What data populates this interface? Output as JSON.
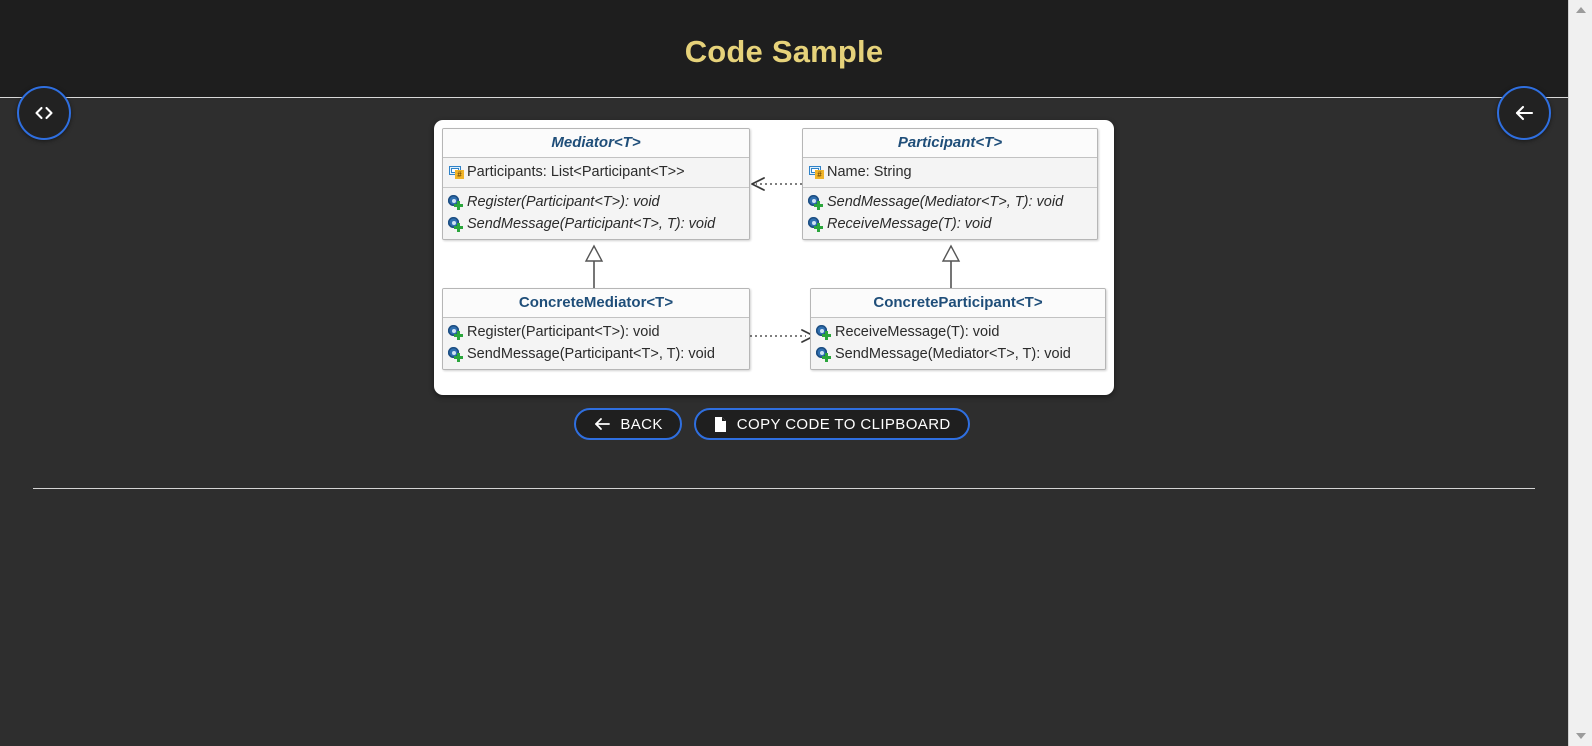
{
  "header": {
    "title": "Code Sample",
    "code_toggle_icon": "code-brackets-icon",
    "back_arrow_icon": "arrow-left-icon"
  },
  "diagram": {
    "type": "uml-class-diagram",
    "pattern": "Mediator",
    "classes": [
      {
        "id": "mediator",
        "name": "Mediator<T>",
        "abstract": true,
        "fields": [
          {
            "icon": "field-icon",
            "text": "Participants: List<Participant<T>>",
            "italic": false
          }
        ],
        "methods": [
          {
            "icon": "method-icon",
            "text": "Register(Participant<T>): void",
            "italic": true
          },
          {
            "icon": "method-icon",
            "text": "SendMessage(Participant<T>, T): void",
            "italic": true
          }
        ]
      },
      {
        "id": "participant",
        "name": "Participant<T>",
        "abstract": true,
        "fields": [
          {
            "icon": "field-icon",
            "text": "Name: String",
            "italic": false
          }
        ],
        "methods": [
          {
            "icon": "method-icon",
            "text": "SendMessage(Mediator<T>, T): void",
            "italic": true
          },
          {
            "icon": "method-icon",
            "text": "ReceiveMessage(T): void",
            "italic": true
          }
        ]
      },
      {
        "id": "concrete-mediator",
        "name": "ConcreteMediator<T>",
        "abstract": false,
        "fields": [],
        "methods": [
          {
            "icon": "method-icon",
            "text": "Register(Participant<T>): void",
            "italic": false
          },
          {
            "icon": "method-icon",
            "text": "SendMessage(Participant<T>, T): void",
            "italic": false
          }
        ]
      },
      {
        "id": "concrete-participant",
        "name": "ConcreteParticipant<T>",
        "abstract": false,
        "fields": [],
        "methods": [
          {
            "icon": "method-icon",
            "text": "ReceiveMessage(T): void",
            "italic": false
          },
          {
            "icon": "method-icon",
            "text": "SendMessage(Mediator<T>, T): void",
            "italic": false
          }
        ]
      }
    ],
    "relations": [
      {
        "from": "participant",
        "to": "mediator",
        "kind": "dependency",
        "style": "dotted-open-arrow"
      },
      {
        "from": "concrete-mediator",
        "to": "mediator",
        "kind": "generalization",
        "style": "solid-hollow-triangle"
      },
      {
        "from": "concrete-participant",
        "to": "participant",
        "kind": "generalization",
        "style": "solid-hollow-triangle"
      },
      {
        "from": "concrete-mediator",
        "to": "concrete-participant",
        "kind": "dependency",
        "style": "dotted-open-arrow"
      }
    ]
  },
  "actions": {
    "back_label": "BACK",
    "back_icon": "arrow-left-icon",
    "copy_label": "COPY CODE TO CLIPBOARD",
    "copy_icon": "copy-file-icon"
  },
  "colors": {
    "header_bg": "#1e1e1e",
    "page_bg": "#2e2e2e",
    "title": "#e6d27a",
    "accent_border": "#2f6fe0",
    "class_title": "#1f4e79",
    "panel_bg": "#ffffff"
  }
}
